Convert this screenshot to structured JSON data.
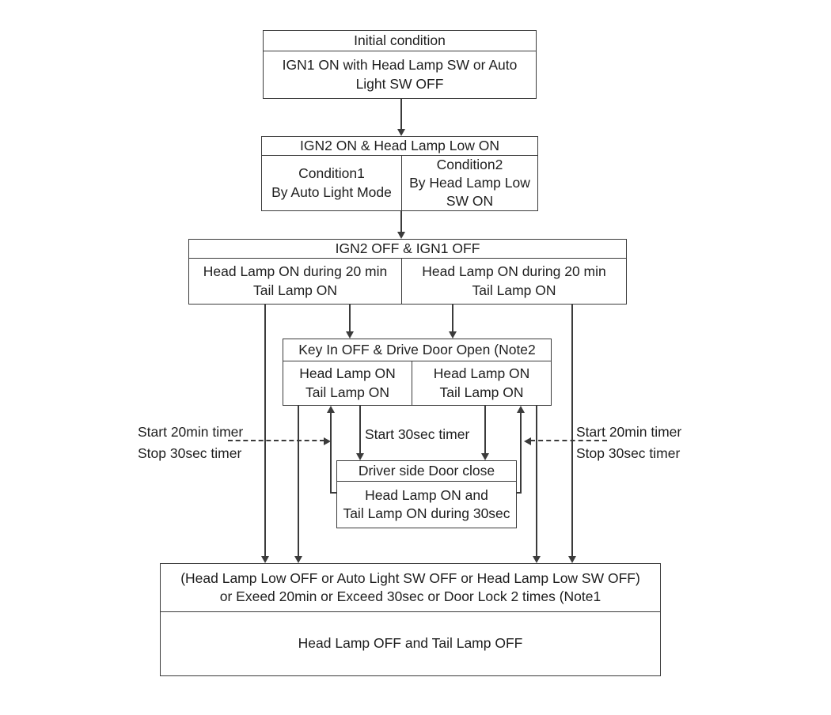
{
  "diagram": {
    "initial": {
      "header": "Initial condition",
      "body": "IGN1 ON with Head Lamp SW or Auto\nLight SW OFF"
    },
    "ign2_on": {
      "header": "IGN2 ON & Head Lamp Low ON",
      "condition1": "Condition1\nBy Auto Light Mode",
      "condition2": "Condition2\nBy Head Lamp Low\nSW ON"
    },
    "ign2_off": {
      "header": "IGN2 OFF & IGN1 OFF",
      "left": "Head Lamp ON during 20 min\nTail Lamp ON",
      "right": "Head Lamp ON during 20 min\nTail Lamp ON"
    },
    "key_in_off": {
      "header": "Key In OFF & Drive Door Open (Note2",
      "left": "Head Lamp ON\nTail Lamp ON",
      "right": "Head Lamp ON\nTail Lamp ON"
    },
    "door_close": {
      "header": "Driver side Door close",
      "body": "Head Lamp ON and\nTail Lamp ON during 30sec"
    },
    "lamp_off": {
      "header": "(Head Lamp Low OFF or Auto Light SW OFF or Head Lamp Low SW OFF)\nor Exeed 20min or Exceed 30sec or Door Lock 2 times (Note1",
      "body": "Head Lamp OFF and Tail Lamp OFF"
    },
    "timer_labels": {
      "left_start": "Start 20min timer",
      "left_stop": "Stop 30sec timer",
      "mid_start": "Start 30sec timer",
      "right_start": "Start 20min timer",
      "right_stop": "Stop 30sec timer"
    }
  },
  "colors": {
    "line": "#3b3b3b",
    "text": "#1e1e1e",
    "background": "#ffffff"
  }
}
